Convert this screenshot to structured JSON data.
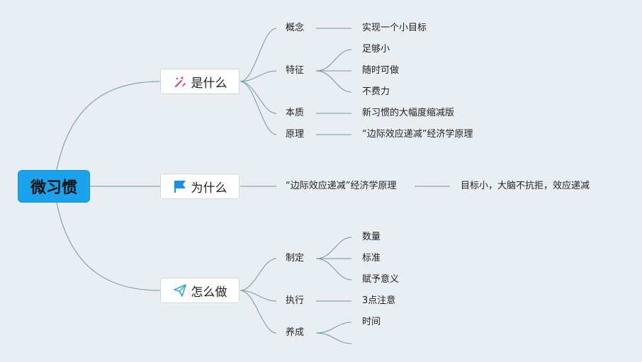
{
  "root": "微习惯",
  "branches": {
    "what": {
      "label": "是什么",
      "icon": "magic-wand-icon",
      "items": {
        "concept": {
          "label": "概念",
          "child": "实现一个小目标"
        },
        "features": {
          "label": "特征",
          "children": [
            "足够小",
            "随时可做",
            "不费力"
          ]
        },
        "essence": {
          "label": "本质",
          "child": "新习惯的大幅度缩减版"
        },
        "principle": {
          "label": "原理",
          "child": "“边际效应递减”经济学原理"
        }
      }
    },
    "why": {
      "label": "为什么",
      "icon": "flag-icon",
      "item": "“边际效应递减”经济学原理",
      "child": "目标小，大脑不抗拒，效应递减"
    },
    "how": {
      "label": "怎么做",
      "icon": "paper-plane-icon",
      "items": {
        "plan": {
          "label": "制定",
          "children": [
            "数量",
            "标准",
            "赋予意义"
          ]
        },
        "execute": {
          "label": "执行",
          "child": "3点注意"
        },
        "cultivate": {
          "label": "养成",
          "children": [
            "时间",
            ""
          ]
        }
      }
    }
  },
  "colors": {
    "line": "#5f8f8a",
    "root_bg": "#1aa3ec",
    "wand": "#e8356d",
    "flag": "#1a8fe0",
    "plane": "#2aa8d8"
  }
}
